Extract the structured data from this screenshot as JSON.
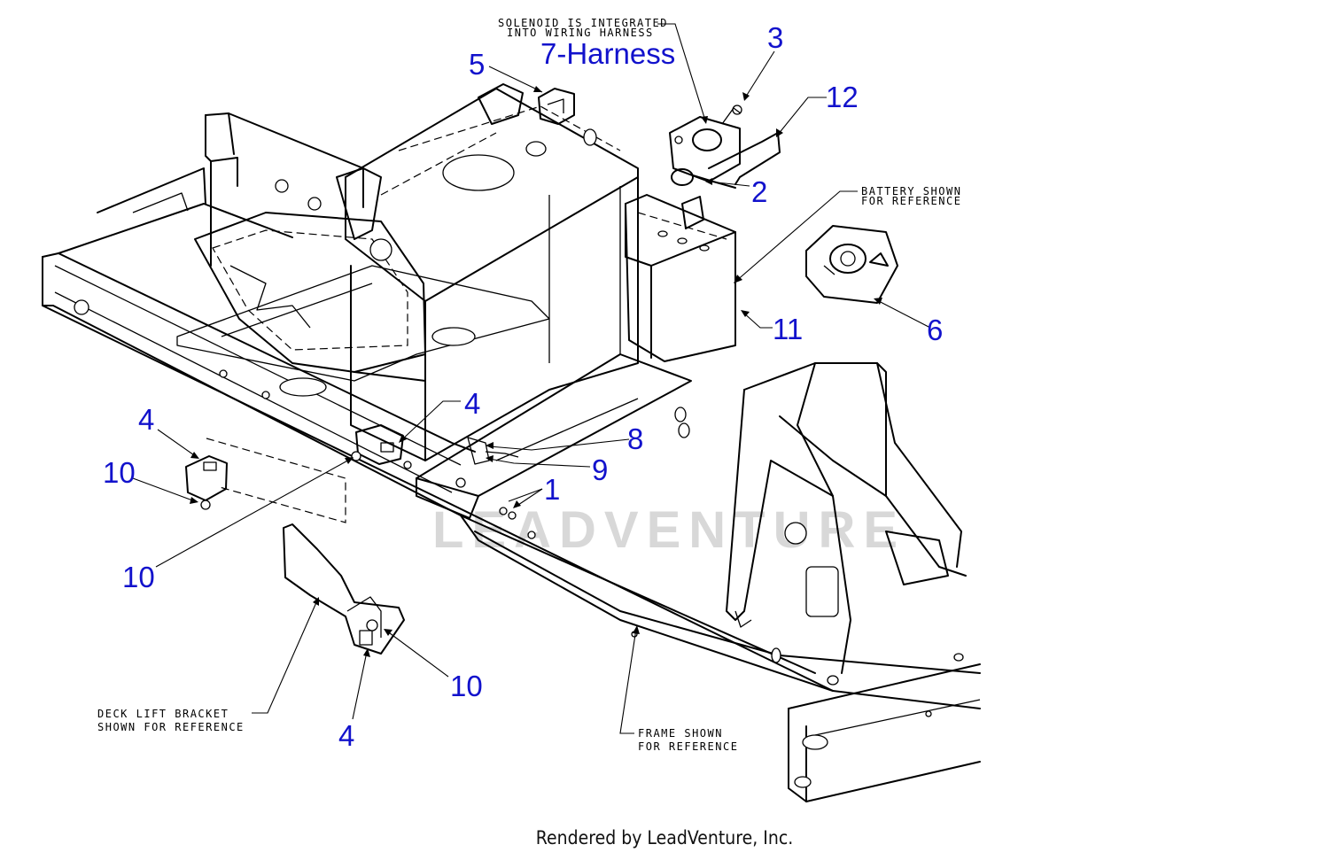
{
  "diagram": {
    "callouts": [
      "1",
      "2",
      "3",
      "4",
      "4",
      "4",
      "5",
      "6",
      "7-Harness",
      "8",
      "9",
      "10",
      "10",
      "10",
      "11",
      "12"
    ],
    "notes": {
      "solenoid_line1": "SOLENOID IS INTEGRATED",
      "solenoid_line2": "INTO WIRING HARNESS",
      "battery_line1": "BATTERY SHOWN",
      "battery_line2": "FOR REFERENCE",
      "deck_line1": "DECK LIFT BRACKET",
      "deck_line2": "SHOWN FOR REFERENCE",
      "frame_line1": "FRAME SHOWN",
      "frame_line2": "FOR REFERENCE"
    },
    "watermark": "LEADVENTURE"
  },
  "footer": {
    "credit": "Rendered by LeadVenture, Inc."
  }
}
